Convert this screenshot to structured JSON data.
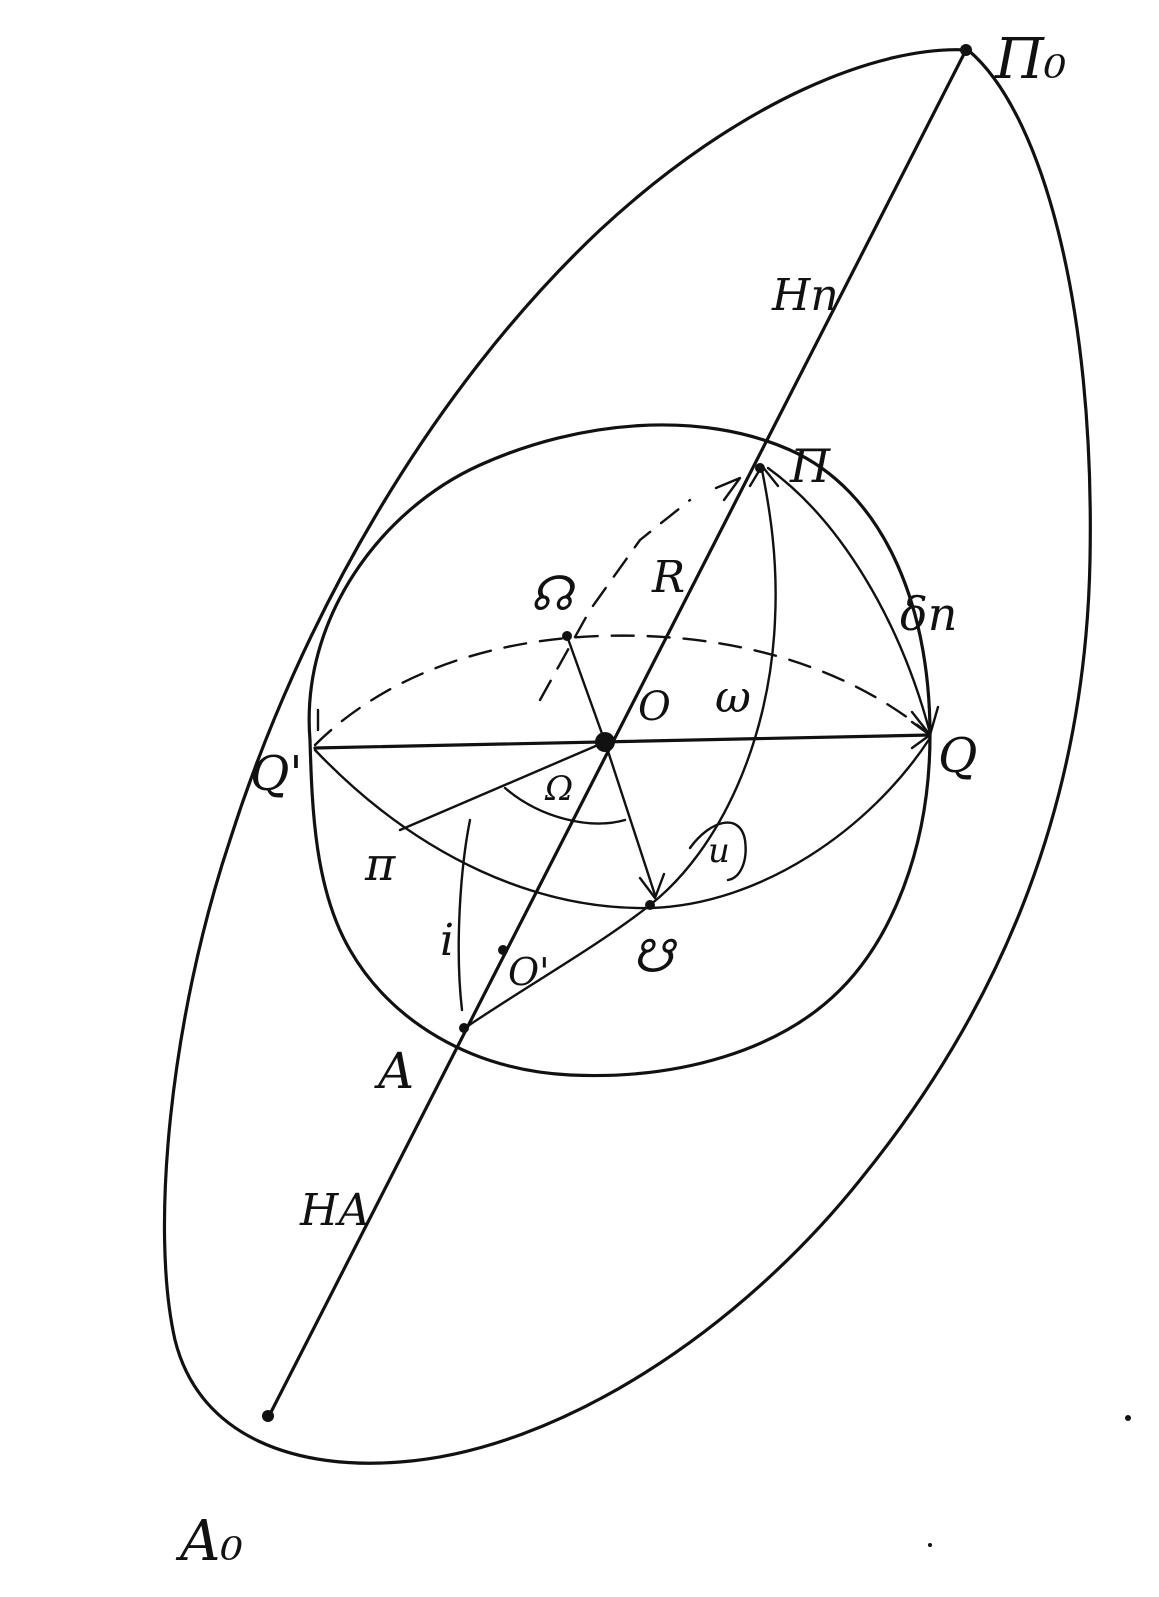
{
  "diagram": {
    "colors": {
      "ink": "#111111",
      "paper": "#ffffff"
    },
    "labels": {
      "pi0": "Π₀",
      "pi": "Π",
      "hpi": "Hп",
      "ha": "HA",
      "a0": "A₀",
      "a": "A",
      "q": "Q",
      "q_prime": "Q'",
      "o": "O",
      "o_prime": "O'",
      "r": "R",
      "omega": "ω",
      "delta_pi": "δп",
      "upper_node": "☊",
      "lower_node": "☋",
      "perigee_dir": "π",
      "omega_cap": "Ω",
      "inclination": "i",
      "small_u": "u"
    }
  }
}
